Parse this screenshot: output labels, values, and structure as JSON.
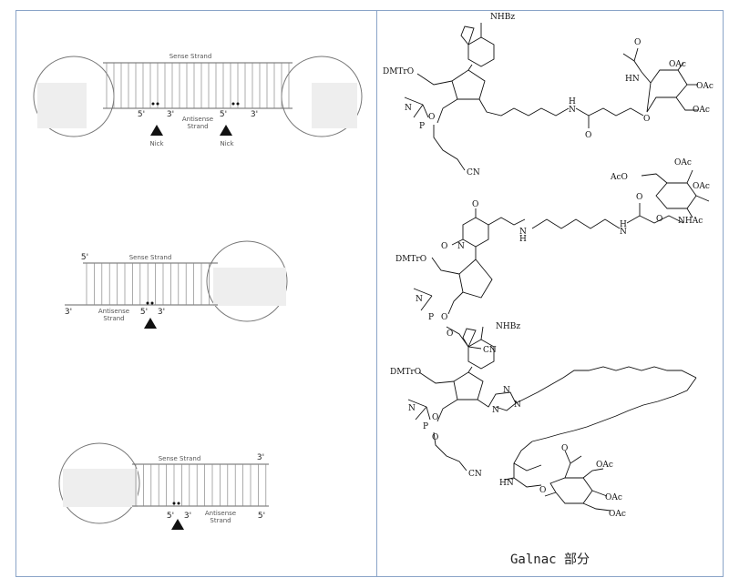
{
  "left_panel": {
    "diagram1": {
      "sense_label": "Sense Strand",
      "antisense_label": [
        "Antisense",
        "Strand"
      ],
      "ends": [
        "5'",
        "3'",
        "5'",
        "3'"
      ],
      "nick_labels": [
        "Nick",
        "Nick"
      ]
    },
    "diagram2": {
      "sense_label": "Sense Strand",
      "antisense_label": [
        "Antisense",
        "Strand"
      ],
      "ends": [
        "5'",
        "3'",
        "5'",
        "3'"
      ]
    },
    "diagram3": {
      "sense_label": "Sense Strand",
      "antisense_label": [
        "Antisense",
        "Strand"
      ],
      "ends": [
        "3'",
        "5'",
        "3'",
        "5'"
      ]
    }
  },
  "right_panel": {
    "structure1": {
      "labels": [
        "NHBz",
        "DMTrO",
        "O",
        "N",
        "P",
        "CN",
        "N",
        "H",
        "O",
        "O",
        "OAc",
        "OAc",
        "OAc",
        "HN",
        "O"
      ]
    },
    "structure2": {
      "labels": [
        "O",
        "O",
        "N",
        "N",
        "H",
        "N",
        "H",
        "O",
        "AcO",
        "OAc",
        "OAc",
        "NHAc",
        "O",
        "DMTrO",
        "O",
        "N",
        "P",
        "O",
        "CN"
      ]
    },
    "structure3": {
      "labels": [
        "NHBz",
        "DMTrO",
        "O",
        "N",
        "P",
        "O",
        "CN",
        "N",
        "N",
        "N",
        "O",
        "HN",
        "O",
        "OAc",
        "OAc",
        "OAc"
      ]
    },
    "caption": "Galnac 部分"
  },
  "colors": {
    "border": "#8aa4c8",
    "line": "#666666",
    "loop_fill": "#eeeeee"
  }
}
